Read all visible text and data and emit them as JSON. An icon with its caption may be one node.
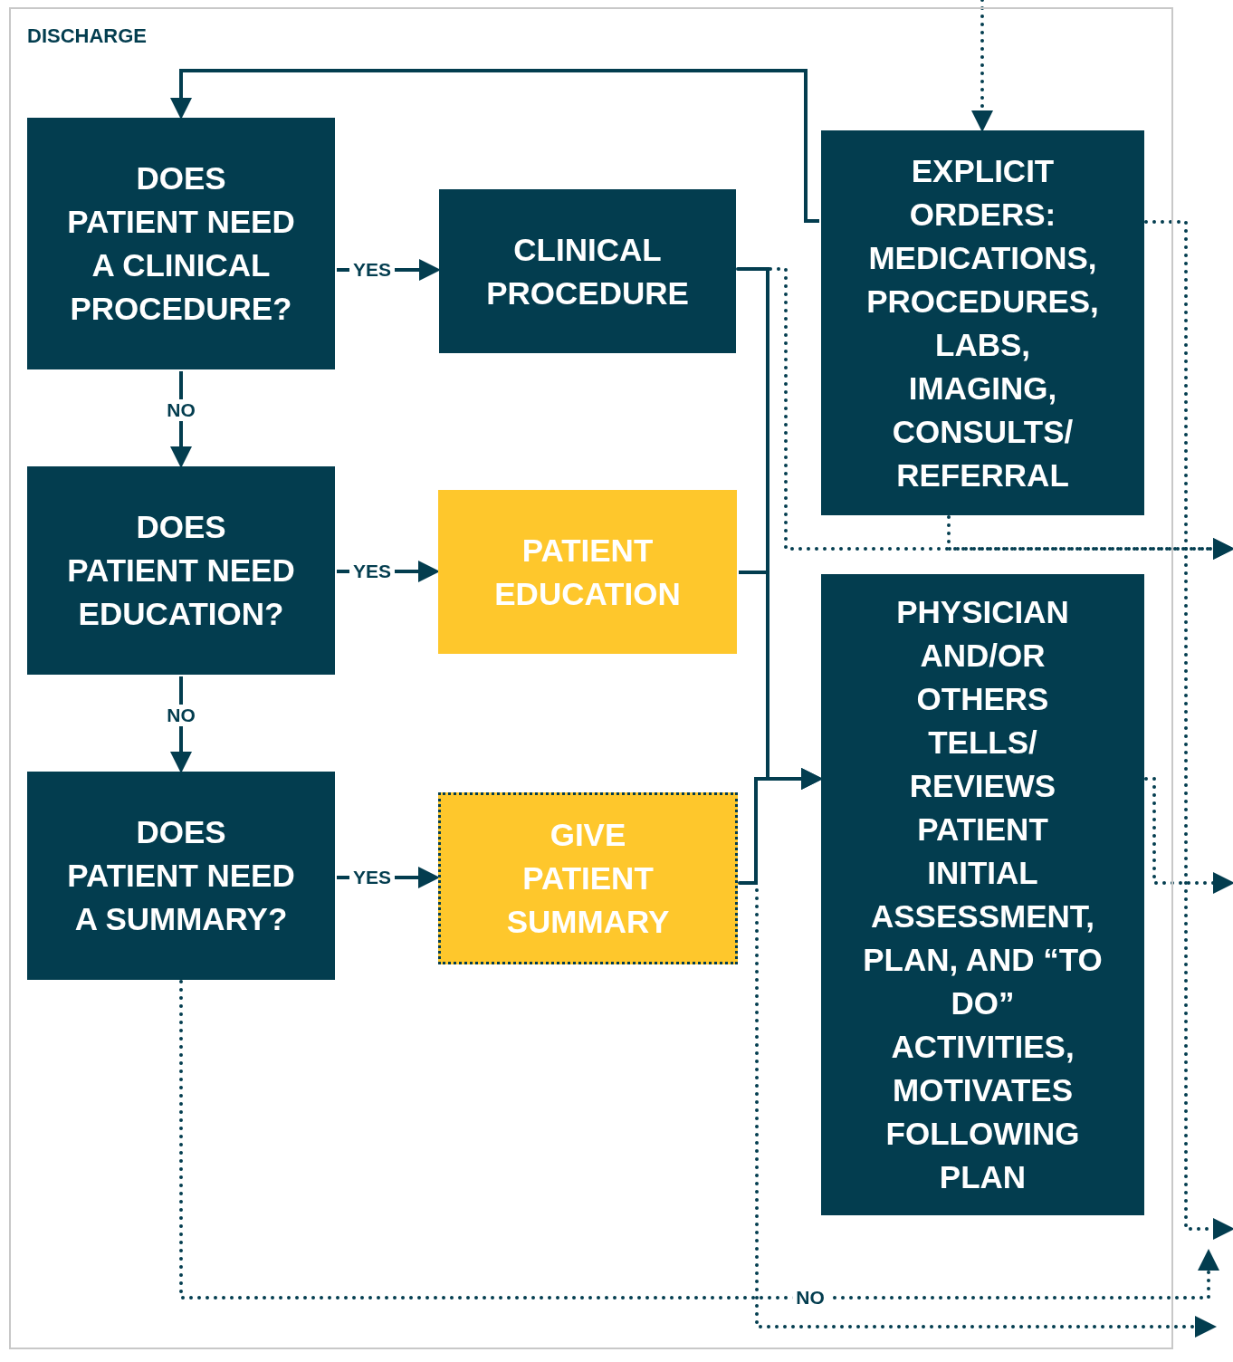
{
  "diagram": {
    "nodes": [
      {
        "text": [
          "DISCHARGE"
        ]
      },
      {
        "text": [
          "DOES PATIENT NEED A CLINICAL PROCEDURE?"
        ],
        "in": 0
      },
      {
        "text": [
          "CLINICAL PROCEDURE"
        ],
        "in": 0
      },
      {
        "text": [
          "EXPLICIT ORDERS: MEDICATIONS, PROCEDURES, LABS, IMAGING, CONSULTS/ REFERRAL"
        ],
        "in": 0
      },
      {
        "text": [
          "DOES PATIENT NEED EDUCATION?"
        ],
        "in": 0
      },
      {
        "text": [
          "PATIENT EDUCATION"
        ],
        "in": 0
      },
      {
        "text": [
          "DOES PATIENT NEED A SUMMARY?"
        ],
        "in": 0
      },
      {
        "text": [
          "GIVE PATIENT SUMMARY"
        ],
        "in": 0
      },
      {
        "text": [
          "PHYSICIAN AND/OR OTHERS TELLS/ REVIEWS PATIENT INITIAL ASSESSMENT, PLAN, AND “TO DO” ACTIVITIES, MOTIVATES FOLLOWING PLAN"
        ],
        "in": 0
      }
    ],
    "edges": [
      {
        "from": null,
        "to": 3,
        "arrow": "to",
        "style": "dashed"
      },
      {
        "from": 3,
        "to": 1,
        "arrow": "to"
      },
      {
        "from": 1,
        "to": 2,
        "arrow": "to",
        "label": "YES"
      },
      {
        "from": 1,
        "to": 4,
        "arrow": "to",
        "label": "NO"
      },
      {
        "from": 4,
        "to": 5,
        "arrow": "to",
        "label": "YES"
      },
      {
        "from": 4,
        "to": 6,
        "arrow": "to",
        "label": "NO"
      },
      {
        "from": 6,
        "to": 7,
        "arrow": "to",
        "label": "YES"
      },
      {
        "from": 2,
        "to": 8,
        "arrow": "to"
      },
      {
        "from": 5,
        "to": 8,
        "arrow": "to"
      },
      {
        "from": 7,
        "to": 8,
        "arrow": "to"
      },
      {
        "from": 2,
        "to": null,
        "arrow": "to",
        "style": "dashed"
      },
      {
        "from": 3,
        "to": null,
        "arrow": "to",
        "style": "dashed"
      },
      {
        "from": 3,
        "to": null,
        "arrow": "to",
        "style": "dashed"
      },
      {
        "from": 8,
        "to": null,
        "arrow": "to",
        "style": "dashed"
      },
      {
        "from": 6,
        "to": null,
        "arrow": "to",
        "style": "dashed",
        "label": "NO"
      },
      {
        "from": 7,
        "to": null,
        "arrow": "to",
        "style": "dashed"
      }
    ]
  }
}
